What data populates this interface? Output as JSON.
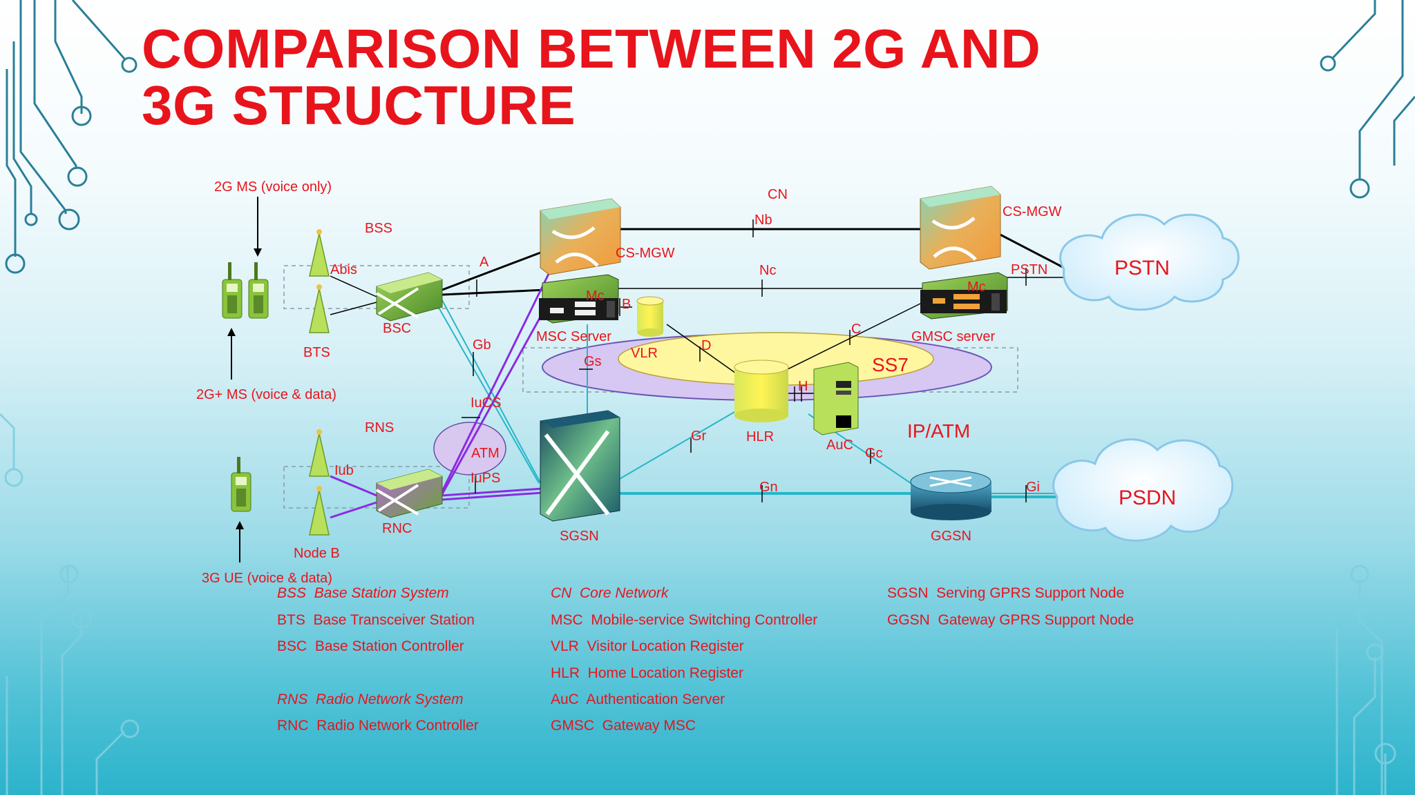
{
  "slide": {
    "title": "COMPARISON BETWEEN 2G AND 3G STRUCTURE",
    "colors": {
      "title": "#e8141c",
      "labels": "#e8141c",
      "cyan_link": "#27b6c8",
      "purple_link": "#8a2be2",
      "cloud": "#c9ecfb"
    }
  },
  "diagram": {
    "labels": {
      "ms2g": "2G MS (voice only)",
      "bss": "BSS",
      "abis": "Abis",
      "a": "A",
      "bts": "BTS",
      "bsc": "BSC",
      "ms2gplus": "2G+ MS (voice & data)",
      "rns": "RNS",
      "iub": "Iub",
      "rnc": "RNC",
      "nodeb": "Node B",
      "ue3g": "3G UE (voice & data)",
      "gb": "Gb",
      "iucs": "IuCS",
      "atm": "ATM",
      "iups": "IuPS",
      "cn": "CN",
      "nb": "Nb",
      "nc": "Nc",
      "csmgw1": "CS-MGW",
      "csmgw2": "CS-MGW",
      "mc1": "Mc",
      "mc2": "Mc",
      "b": "B",
      "mscserver": "MSC Server",
      "vlr": "VLR",
      "gs": "Gs",
      "d": "D",
      "c": "C",
      "ss7": "SS7",
      "h": "H",
      "hlr": "HLR",
      "auc": "AuC",
      "gr": "Gr",
      "gc": "Gc",
      "gn": "Gn",
      "gi": "Gi",
      "ipatm": "IP/ATM",
      "gmsc": "GMSC server",
      "pstn_if": "PSTN",
      "pstn": "PSTN",
      "psdn": "PSDN",
      "sgsn": "SGSN",
      "ggsn": "GGSN"
    }
  },
  "legend": {
    "col1": [
      {
        "text": "BSS  Base Station System",
        "italic": true
      },
      {
        "text": "BTS  Base Transceiver Station",
        "italic": false
      },
      {
        "text": "BSC  Base Station Controller",
        "italic": false
      },
      {
        "text": "RNS  Radio Network System",
        "italic": true
      },
      {
        "text": "RNC  Radio Network Controller",
        "italic": false
      }
    ],
    "col2": [
      {
        "text": "CN  Core Network",
        "italic": true
      },
      {
        "text": "MSC  Mobile-service Switching Controller",
        "italic": false
      },
      {
        "text": "VLR  Visitor Location Register",
        "italic": false
      },
      {
        "text": "HLR  Home Location Register",
        "italic": false
      },
      {
        "text": "AuC  Authentication Server",
        "italic": false
      },
      {
        "text": "GMSC  Gateway MSC",
        "italic": false
      }
    ],
    "col3": [
      {
        "text": "SGSN  Serving GPRS Support Node",
        "italic": false
      },
      {
        "text": "GGSN  Gateway GPRS Support Node",
        "italic": false
      }
    ]
  }
}
